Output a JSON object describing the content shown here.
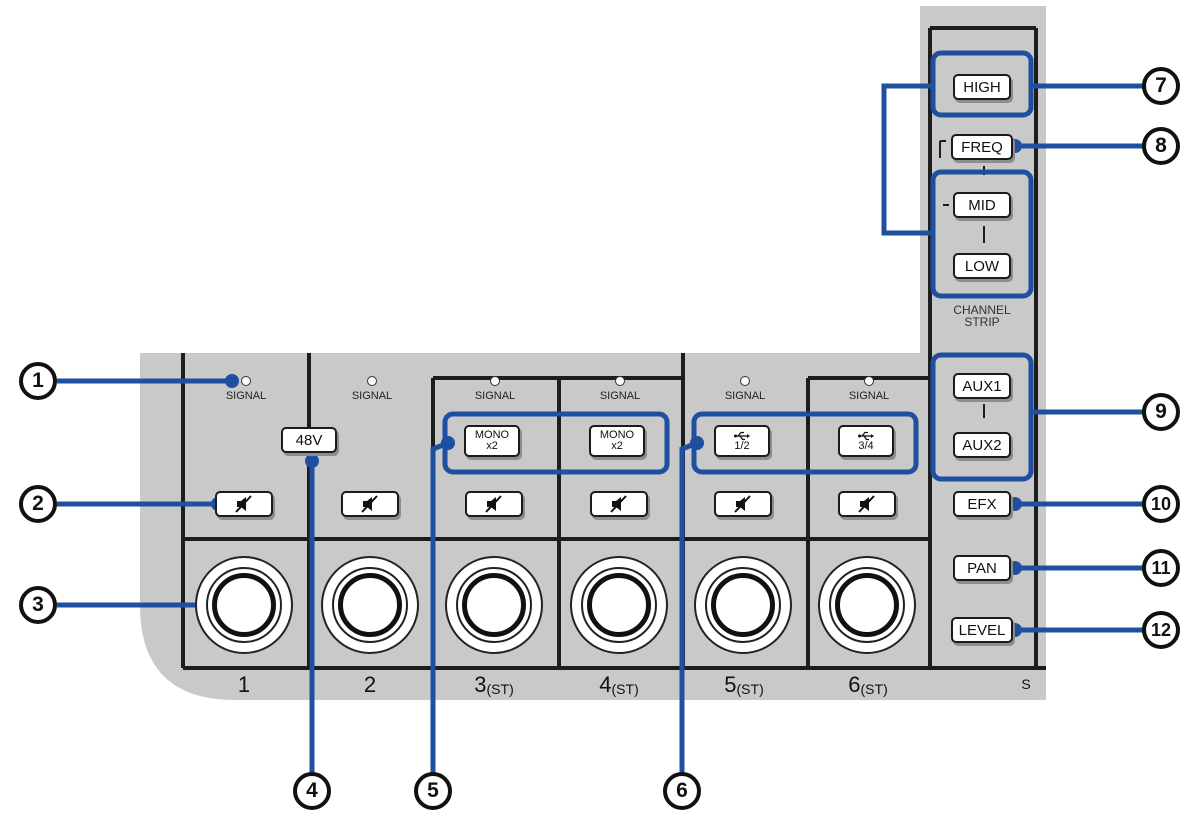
{
  "colors": {
    "panel": "#c9c9c9",
    "line": "#1d1d1d",
    "highlight": "#1e4fa0",
    "button_bg": "#ffffff"
  },
  "channels": [
    {
      "label": "1",
      "sub": "",
      "signal": "SIGNAL",
      "mute_icon": "mute-speaker-icon"
    },
    {
      "label": "2",
      "sub": "",
      "signal": "SIGNAL",
      "mute_icon": "mute-speaker-icon"
    },
    {
      "label": "3",
      "sub": "(ST)",
      "signal": "SIGNAL",
      "mute_icon": "mute-speaker-icon"
    },
    {
      "label": "4",
      "sub": "(ST)",
      "signal": "SIGNAL",
      "mute_icon": "mute-speaker-icon"
    },
    {
      "label": "5",
      "sub": "(ST)",
      "signal": "SIGNAL",
      "mute_icon": "mute-speaker-icon"
    },
    {
      "label": "6",
      "sub": "(ST)",
      "signal": "SIGNAL",
      "mute_icon": "mute-speaker-icon"
    }
  ],
  "phantom_button": "48V",
  "mono_buttons": [
    {
      "line1": "MONO",
      "line2": "x2"
    },
    {
      "line1": "MONO",
      "line2": "x2"
    }
  ],
  "usb_buttons": [
    {
      "icon": "usb-icon",
      "line2": "1/2"
    },
    {
      "icon": "usb-icon",
      "line2": "3/4"
    }
  ],
  "channel_strip": {
    "eq_buttons": {
      "high": "HIGH",
      "freq": "FREQ",
      "mid": "MID",
      "low": "LOW"
    },
    "label_line1": "CHANNEL",
    "label_line2": "STRIP",
    "aux_buttons": {
      "aux1": "AUX1",
      "aux2": "AUX2"
    },
    "efx": "EFX",
    "pan": "PAN",
    "level": "LEVEL",
    "partial_label": "S"
  },
  "callouts": {
    "c1": "1",
    "c2": "2",
    "c3": "3",
    "c4": "4",
    "c5": "5",
    "c6": "6",
    "c7": "7",
    "c8": "8",
    "c9": "9",
    "c10": "10",
    "c11": "11",
    "c12": "12"
  }
}
